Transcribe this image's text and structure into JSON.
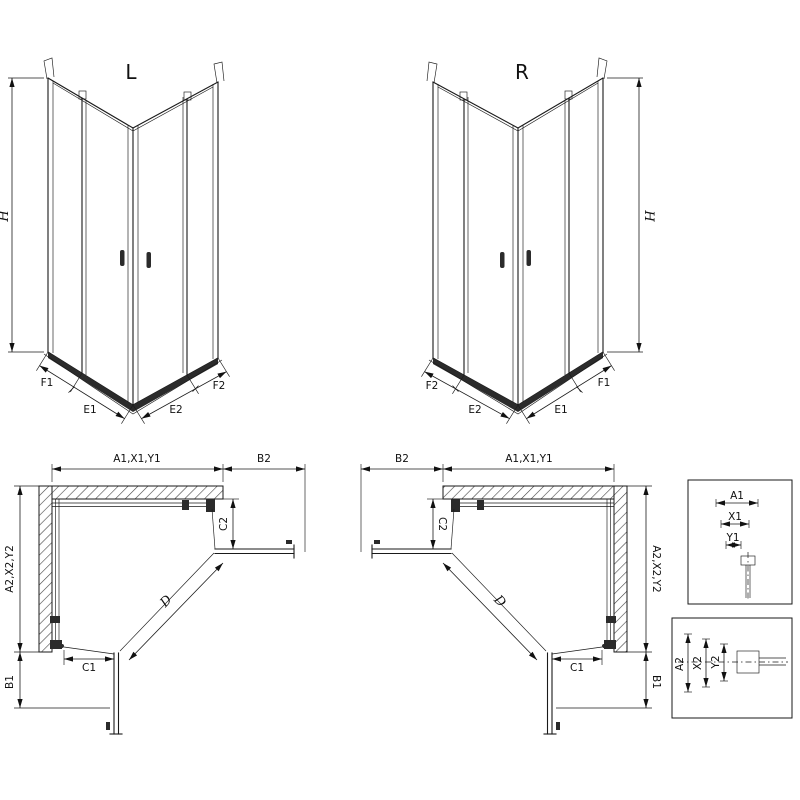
{
  "iso_left": {
    "title": "L",
    "h": "H",
    "f1": "F1",
    "e1": "E1",
    "e2": "E2",
    "f2": "F2"
  },
  "iso_right": {
    "title": "R",
    "h": "H",
    "f1": "F1",
    "e1": "E1",
    "e2": "E2",
    "f2": "F2"
  },
  "plan_left": {
    "a1": "A1,X1,Y1",
    "b2": "B2",
    "c2": "C2",
    "a2": "A2,X2,Y2",
    "b1": "B1",
    "c1": "C1",
    "d": "D"
  },
  "plan_right": {
    "a1": "A1,X1,Y1",
    "b2": "B2",
    "c2": "C2",
    "a2": "A2,X2,Y2",
    "b1": "B1",
    "c1": "C1",
    "d": "D"
  },
  "detail_top": {
    "a1": "A1",
    "x1": "X1",
    "y1": "Y1"
  },
  "detail_bottom": {
    "a2": "A2",
    "x2": "X2",
    "y2": "Y2"
  }
}
